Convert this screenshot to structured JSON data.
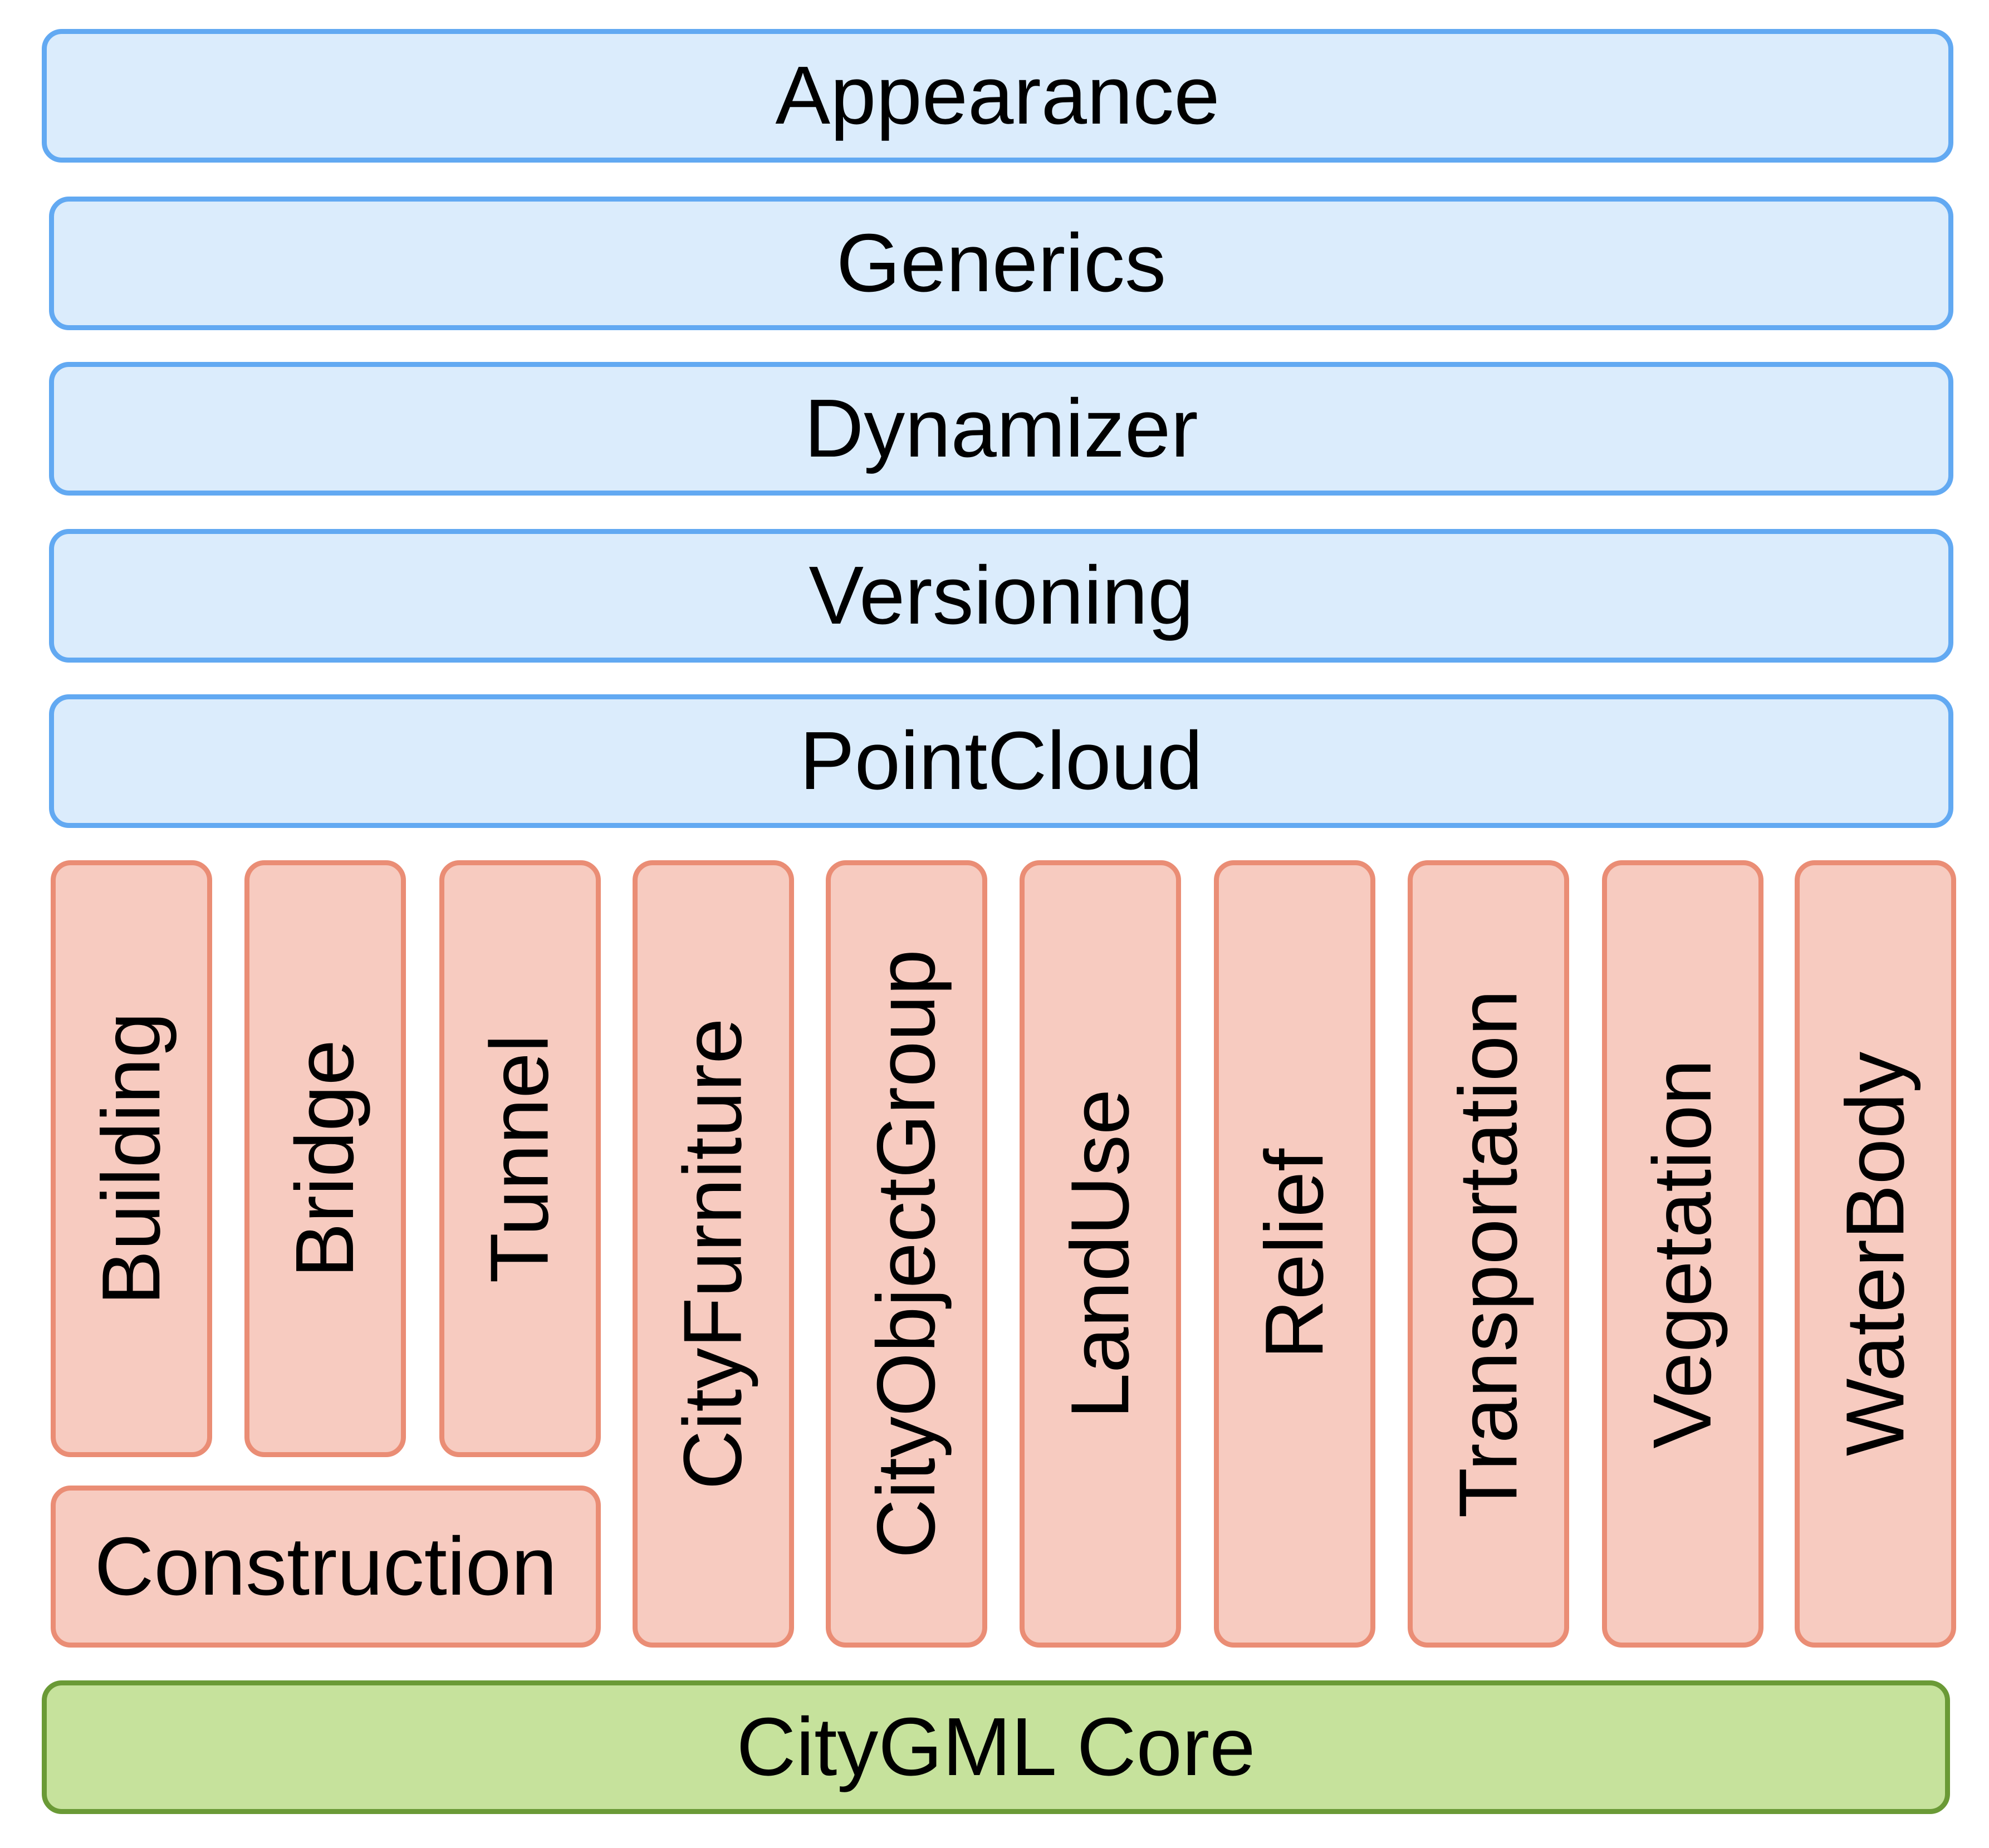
{
  "extension_layers": [
    "Appearance",
    "Generics",
    "Dynamizer",
    "Versioning",
    "PointCloud"
  ],
  "thematic_modules": [
    "Building",
    "Bridge",
    "Tunnel",
    "CityFurniture",
    "CityObjectGroup",
    "LandUse",
    "Relief",
    "Transportation",
    "Vegetation",
    "WaterBody"
  ],
  "construction": "Construction",
  "core": "CityGML Core",
  "colors": {
    "extension_fill": "#dbecfc",
    "extension_border": "#62a9f2",
    "module_fill": "#f7cbc0",
    "module_border": "#ea8d75",
    "core_fill": "#c6e29c",
    "core_border": "#6a9a36"
  }
}
